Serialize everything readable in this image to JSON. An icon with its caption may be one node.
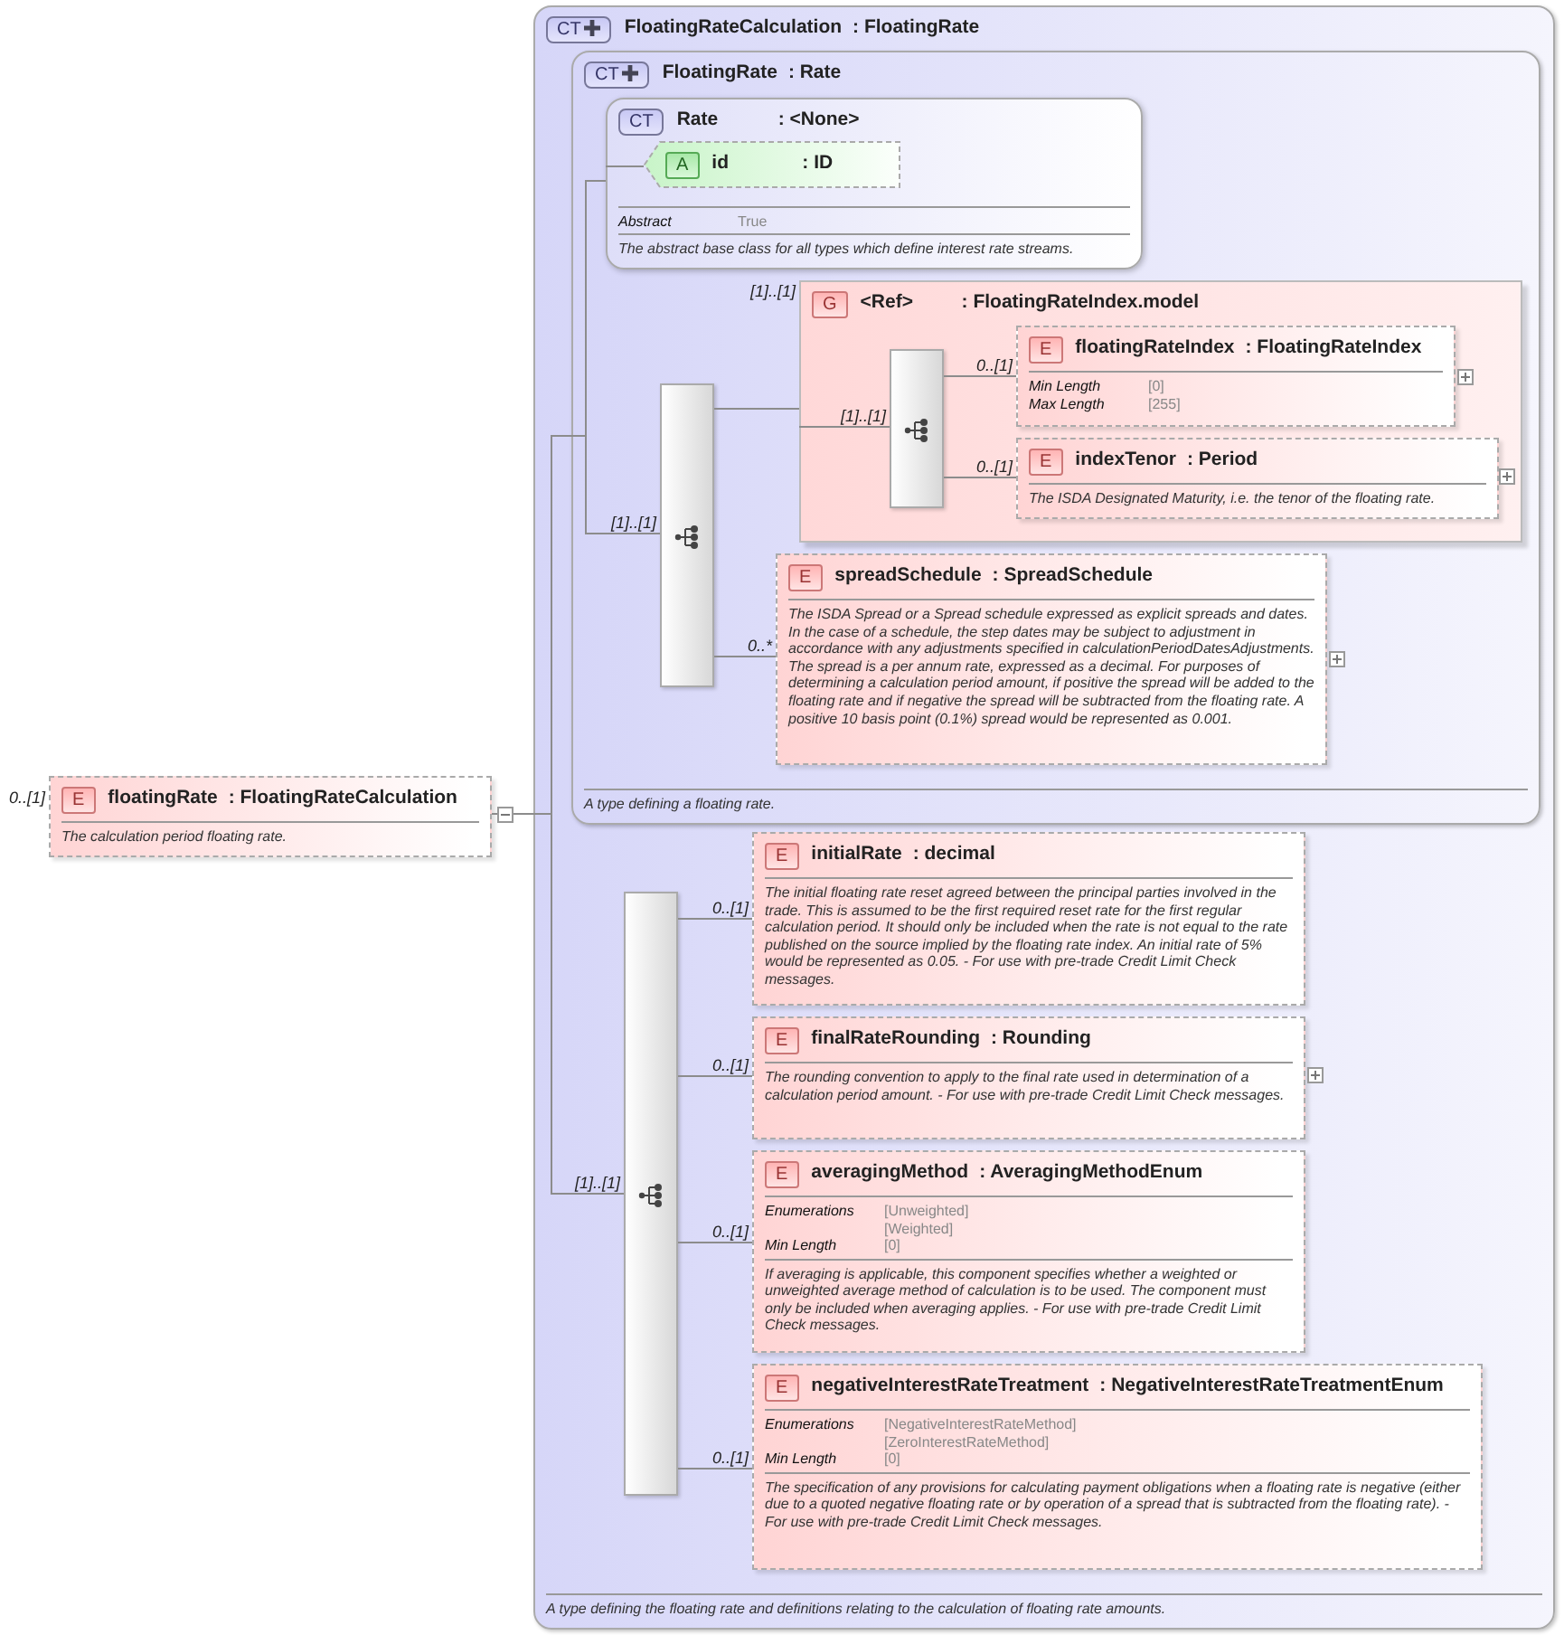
{
  "diagram": {
    "nodes": [
      {
        "text": [
          "E",
          "floatingRate",
          ": FloatingRateCalculation",
          "The calculation period floating rate."
        ],
        "beside": [
          "0..[1]"
        ]
      },
      {
        "text": [
          "CT",
          "FloatingRateCalculation",
          ": FloatingRate",
          "A type defining the floating rate and definitions relating to the calculation of floating rate amounts."
        ]
      },
      {
        "text": [
          "CT",
          "FloatingRate",
          ": Rate",
          "A type defining a floating rate."
        ],
        "in": 1
      },
      {
        "text": [
          "CT",
          "Rate",
          ": <None>",
          "Abstract",
          "True",
          "The abstract base class for all types which define interest rate streams."
        ],
        "in": 2
      },
      {
        "text": [
          "A",
          "id",
          ": ID"
        ],
        "in": 3
      },
      {
        "text": [],
        "shape": "bar",
        "in": 2
      },
      {
        "text": [
          "G",
          "<Ref>",
          ": FloatingRateIndex.model"
        ],
        "beside": [
          "[1]..[1]"
        ],
        "in": 2
      },
      {
        "text": [],
        "shape": "bar",
        "in": 6
      },
      {
        "text": [
          "E",
          "floatingRateIndex",
          ": FloatingRateIndex",
          "Min Length",
          "[0]",
          "Max Length",
          "[255]"
        ],
        "in": 6
      },
      {
        "text": [
          "E",
          "indexTenor",
          ": Period",
          "The ISDA Designated Maturity, i.e. the tenor of the floating rate."
        ],
        "in": 6
      },
      {
        "text": [
          "E",
          "spreadSchedule",
          ": SpreadSchedule",
          "The ISDA Spread or a Spread schedule expressed as explicit spreads and dates. In the case of a schedule, the step dates may be subject to adjustment in accordance with any adjustments specified in calculationPeriodDatesAdjustments. The spread is a per annum rate, expressed as a decimal. For purposes of determining a calculation period amount, if positive the spread will be added to the floating rate and if negative the spread will be subtracted from the floating rate. A positive 10 basis point (0.1%) spread would be represented as 0.001."
        ],
        "in": 2
      },
      {
        "text": [],
        "shape": "bar",
        "in": 1
      },
      {
        "text": [
          "E",
          "initialRate",
          ": decimal",
          "The initial floating rate reset agreed between the principal parties involved in the trade. This is assumed to be the first required reset rate for the first regular calculation period. It should only be included when the rate is not equal to the rate published on the source implied by the floating rate index. An initial rate of 5% would be represented as 0.05. - For use with pre-trade Credit Limit Check messages."
        ],
        "in": 1
      },
      {
        "text": [
          "E",
          "finalRateRounding",
          ": Rounding",
          "The rounding convention to apply to the final rate used in determination of a calculation period amount. - For use with pre-trade Credit Limit Check messages."
        ],
        "in": 1
      },
      {
        "text": [
          "E",
          "averagingMethod",
          ": AveragingMethodEnum",
          "Enumerations",
          "[Unweighted]",
          "[Weighted]",
          "Min Length",
          "[0]",
          "If averaging is applicable, this component specifies whether a weighted or unweighted average method of calculation is to be used. The component must only be included when averaging applies. - For use with pre-trade Credit Limit Check messages."
        ],
        "in": 1
      },
      {
        "text": [
          "E",
          "negativeInterestRateTreatment",
          ": NegativeInterestRateTreatmentEnum",
          "Enumerations",
          "[NegativeInterestRateMethod]",
          "[ZeroInterestRateMethod]",
          "Min Length",
          "[0]",
          "The specification of any provisions for calculating payment obligations when a floating rate is negative (either due to a quoted negative floating rate or by operation of a spread that is subtracted from the floating rate). - For use with pre-trade Credit Limit Check messages."
        ],
        "in": 1
      }
    ],
    "edges": [
      {
        "from": 0,
        "to": 3,
        "arrow": "none"
      },
      {
        "from": 0,
        "to": 5,
        "arrow": "none",
        "label": "[1]..[1]"
      },
      {
        "from": 0,
        "to": 11,
        "arrow": "none",
        "label": "[1]..[1]"
      },
      {
        "from": 3,
        "to": 4,
        "arrow": "none"
      },
      {
        "from": 5,
        "to": 6,
        "arrow": "none"
      },
      {
        "from": 6,
        "to": 7,
        "arrow": "none",
        "label": "[1]..[1]"
      },
      {
        "from": 7,
        "to": 8,
        "arrow": "none",
        "label": "0..[1]"
      },
      {
        "from": 7,
        "to": 9,
        "arrow": "none",
        "label": "0..[1]"
      },
      {
        "from": 5,
        "to": 10,
        "arrow": "none",
        "label": "0..*"
      },
      {
        "from": 11,
        "to": 12,
        "arrow": "none",
        "label": "0..[1]"
      },
      {
        "from": 11,
        "to": 13,
        "arrow": "none",
        "label": "0..[1]"
      },
      {
        "from": 11,
        "to": 14,
        "arrow": "none",
        "label": "0..[1]"
      },
      {
        "from": 11,
        "to": 15,
        "arrow": "none",
        "label": "0..[1]"
      }
    ]
  }
}
